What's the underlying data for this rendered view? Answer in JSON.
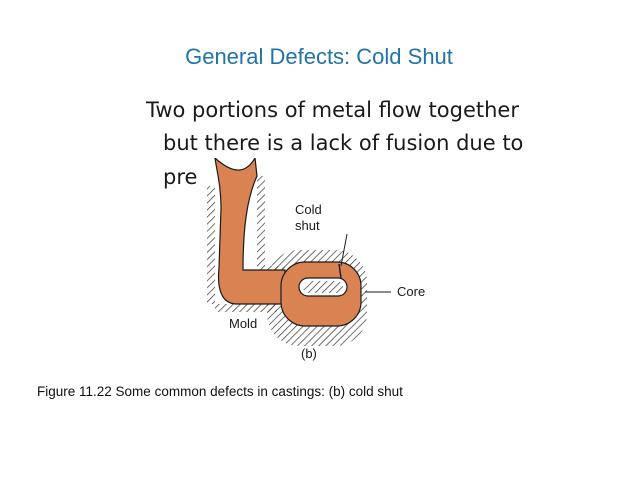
{
  "slide": {
    "title": "General Defects: Cold Shut",
    "body_lines": [
      "Two portions of metal flow together",
      "but there is a lack of fusion due to",
      "pre"
    ]
  },
  "figure": {
    "labels": {
      "cold": "Cold",
      "shut": "shut",
      "core": "Core",
      "mold": "Mold",
      "part": "(b)"
    },
    "colors": {
      "metal": "#d98252",
      "outline": "#1a1a1a",
      "hatch": "#333333"
    }
  },
  "caption": "Figure 11.22  Some common defects in castings: (b) cold shut"
}
